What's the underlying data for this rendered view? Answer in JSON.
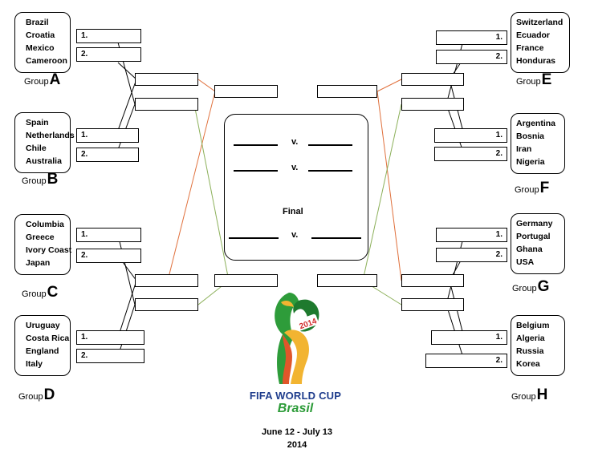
{
  "groups": {
    "A": {
      "teams": [
        "Brazil",
        "Croatia",
        "Mexico",
        "Cameroon"
      ],
      "label": "Group",
      "letter": "A"
    },
    "B": {
      "teams": [
        "Spain",
        "Netherlands",
        "Chile",
        "Australia"
      ],
      "label": "Group",
      "letter": "B"
    },
    "C": {
      "teams": [
        "Columbia",
        "Greece",
        "Ivory Coast",
        "Japan"
      ],
      "label": "Group",
      "letter": "C"
    },
    "D": {
      "teams": [
        "Uruguay",
        "Costa Rica",
        "England",
        "Italy"
      ],
      "label": "Group",
      "letter": "D"
    },
    "E": {
      "teams": [
        "Switzerland",
        "Ecuador",
        "France",
        "Honduras"
      ],
      "label": "Group",
      "letter": "E"
    },
    "F": {
      "teams": [
        "Argentina",
        "Bosnia",
        "Iran",
        "Nigeria"
      ],
      "label": "Group",
      "letter": "F"
    },
    "G": {
      "teams": [
        "Germany",
        "Portugal",
        "Ghana",
        "USA"
      ],
      "label": "Group",
      "letter": "G"
    },
    "H": {
      "teams": [
        "Belgium",
        "Algeria",
        "Russia",
        "Korea"
      ],
      "label": "Group",
      "letter": "H"
    }
  },
  "slots": {
    "first": "1.",
    "second": "2."
  },
  "center": {
    "vs1": "v.",
    "vs2": "v.",
    "vs3": "v.",
    "final": "Final"
  },
  "logo": {
    "title": "FIFA WORLD CUP",
    "subtitle": "Brasil",
    "year": "2014"
  },
  "dates": {
    "range": "June 12 - July 13",
    "year": "2014"
  },
  "colors": {
    "orange_line": "#e0703c",
    "green_line": "#8cb05a",
    "logo_green": "#2e9c3a",
    "logo_blue": "#1e3c8c"
  }
}
